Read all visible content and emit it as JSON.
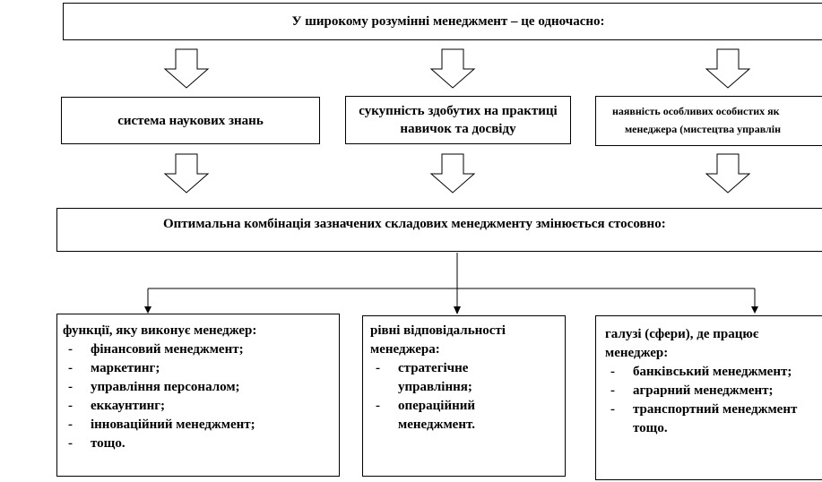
{
  "top": {
    "text": "У широкому розумінні менеджмент – це одночасно:"
  },
  "components": [
    {
      "text": "система наукових знань"
    },
    {
      "text": "сукупність здобутих на практиці навичок та досвіду"
    },
    {
      "line1": "наявність особливих особистих як",
      "line2": "менеджера  (мистецтва управлін"
    }
  ],
  "combination": {
    "text": "Оптимальна комбінація зазначених складових менеджменту змінюється стосовно:"
  },
  "factors": [
    {
      "heading": "функції, яку виконує менеджер:",
      "items": [
        "фінансовий менеджмент;",
        "маркетинг;",
        "управління персоналом;",
        "еккаунтинг;",
        "інноваційний менеджмент;",
        "тощо."
      ]
    },
    {
      "heading": "рівні відповідальності менеджера:",
      "items": [
        "стратегічне управління;",
        "операційний менеджмент."
      ]
    },
    {
      "heading": "галузі (сфери), де працює менеджер:",
      "items": [
        "банківський менеджмент;",
        "аграрний менеджмент;",
        "транспортний менеджмент тощо."
      ]
    }
  ]
}
